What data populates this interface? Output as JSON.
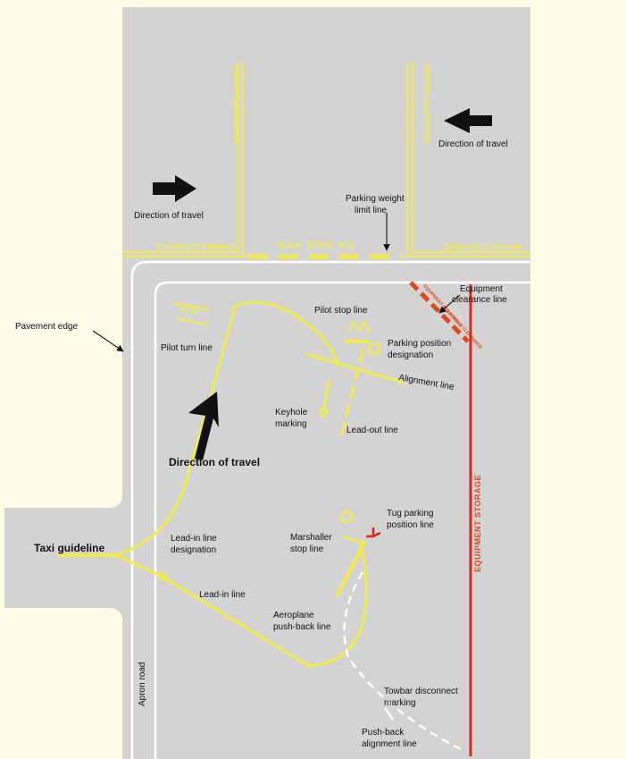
{
  "colors": {
    "grass": "#fbfbe6",
    "pavement": "#d3d3d3",
    "yellow": "#f2ec4a",
    "white": "#ffffff",
    "red": "#d9281b",
    "text": "#111111"
  },
  "markings": {
    "max_weight": "MAX 5700 KG",
    "aircraft_type": "B737",
    "equipment_storage": "EQUIPMENT STORAGE",
    "parking_clearance": "PARKING CLEARANCE",
    "equipment_clearance": "EQUIPMENT CLEARANCE"
  },
  "labels": {
    "direction_left": "Direction of travel",
    "direction_right": "Direction of travel",
    "direction_up": "Direction of travel",
    "parking_weight_line1": "Parking weight",
    "parking_weight_line2": "limit line",
    "equipment_clearance_line1": "Equipment",
    "equipment_clearance_line2": "clearance line",
    "pavement_edge": "Pavement edge",
    "pilot_stop": "Pilot stop line",
    "parking_position_line1": "Parking position",
    "parking_position_line2": "designation",
    "alignment": "Alignment line",
    "pilot_turn": "Pilot turn line",
    "keyhole_line1": "Keyhole",
    "keyhole_line2": "marking",
    "lead_out": "Lead-out line",
    "tug_line1": "Tug parking",
    "tug_line2": "position line",
    "marshaller_line1": "Marshaller",
    "marshaller_line2": "stop line",
    "taxi_guideline": "Taxi guideline",
    "lead_in_designation_line1": "Lead-in line",
    "lead_in_designation_line2": "designation",
    "lead_in": "Lead-in line",
    "pushback_line1": "Aeroplane",
    "pushback_line2": "push-back line",
    "apron_road": "Apron road",
    "towbar_line1": "Towbar disconnect",
    "towbar_line2": "marking",
    "pushback_align_line1": "Push-back",
    "pushback_align_line2": "alignment line"
  }
}
